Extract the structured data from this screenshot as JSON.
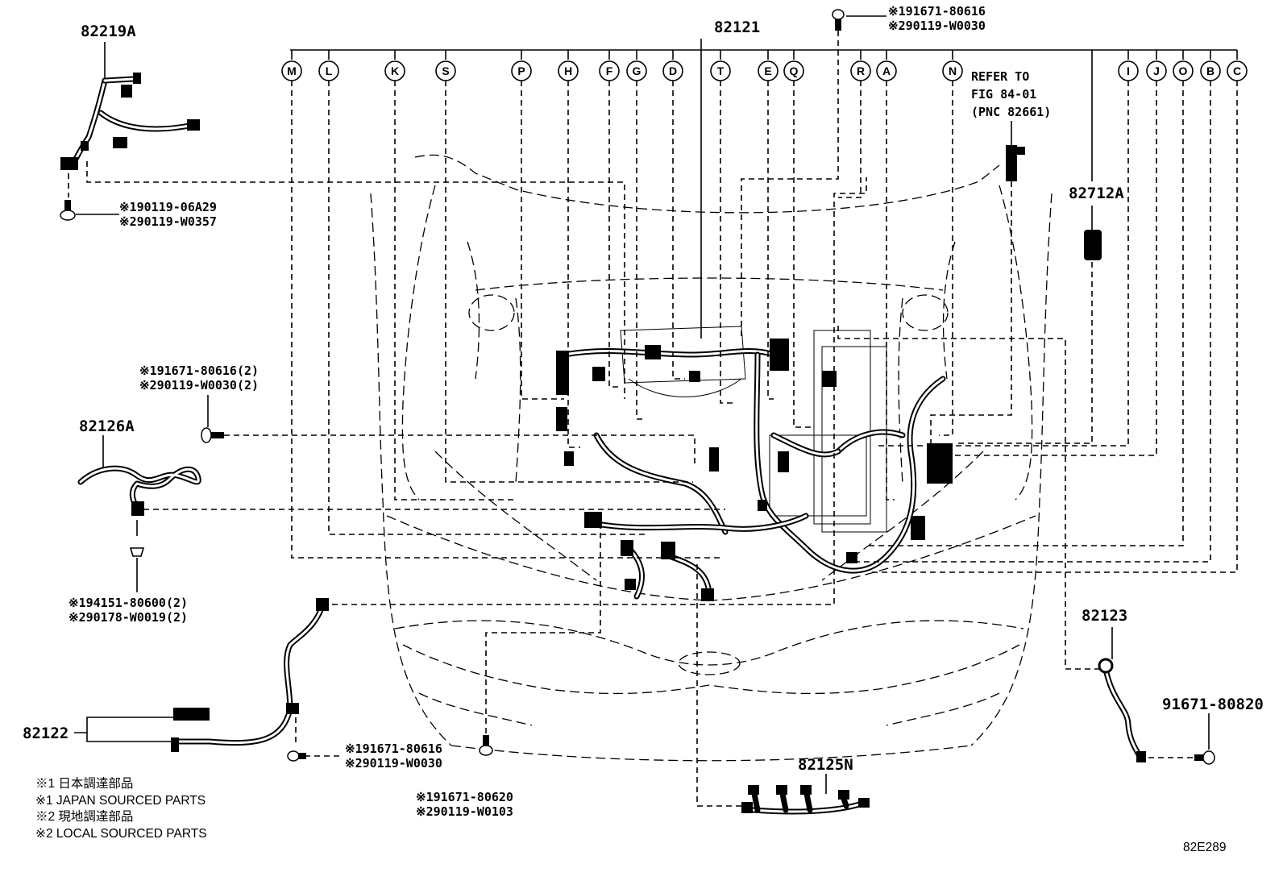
{
  "diagram": {
    "main_harness": "82121",
    "refer": [
      "REFER TO",
      "FIG 84-01",
      "(PNC 82661)"
    ],
    "top_bolt": [
      "※191671-80616",
      "※290119-W0030"
    ],
    "callouts": [
      "M",
      "L",
      "K",
      "S",
      "P",
      "H",
      "F",
      "G",
      "D",
      "T",
      "E",
      "Q",
      "R",
      "A",
      "N",
      "I",
      "J",
      "O",
      "B",
      "C"
    ],
    "parts": {
      "p82219A": "82219A",
      "p82126A": "82126A",
      "p82122": "82122",
      "p82125N": "82125N",
      "p82123": "82123",
      "p82712A": "82712A",
      "p91671": "91671-80820"
    },
    "bolts": {
      "b1": [
        "※190119-06A29",
        "※290119-W0357"
      ],
      "b2": [
        "※191671-80616(2)",
        "※290119-W0030(2)"
      ],
      "b3": [
        "※194151-80600(2)",
        "※290178-W0019(2)"
      ],
      "b4": [
        "※191671-80616",
        "※290119-W0030"
      ],
      "b5": [
        "※191671-80620",
        "※290119-W0103"
      ]
    },
    "notes": [
      "※1 日本調達部品",
      "※1 JAPAN SOURCED PARTS",
      "※2 現地調達部品",
      "※2 LOCAL SOURCED PARTS"
    ],
    "figure_id": "82E289"
  }
}
